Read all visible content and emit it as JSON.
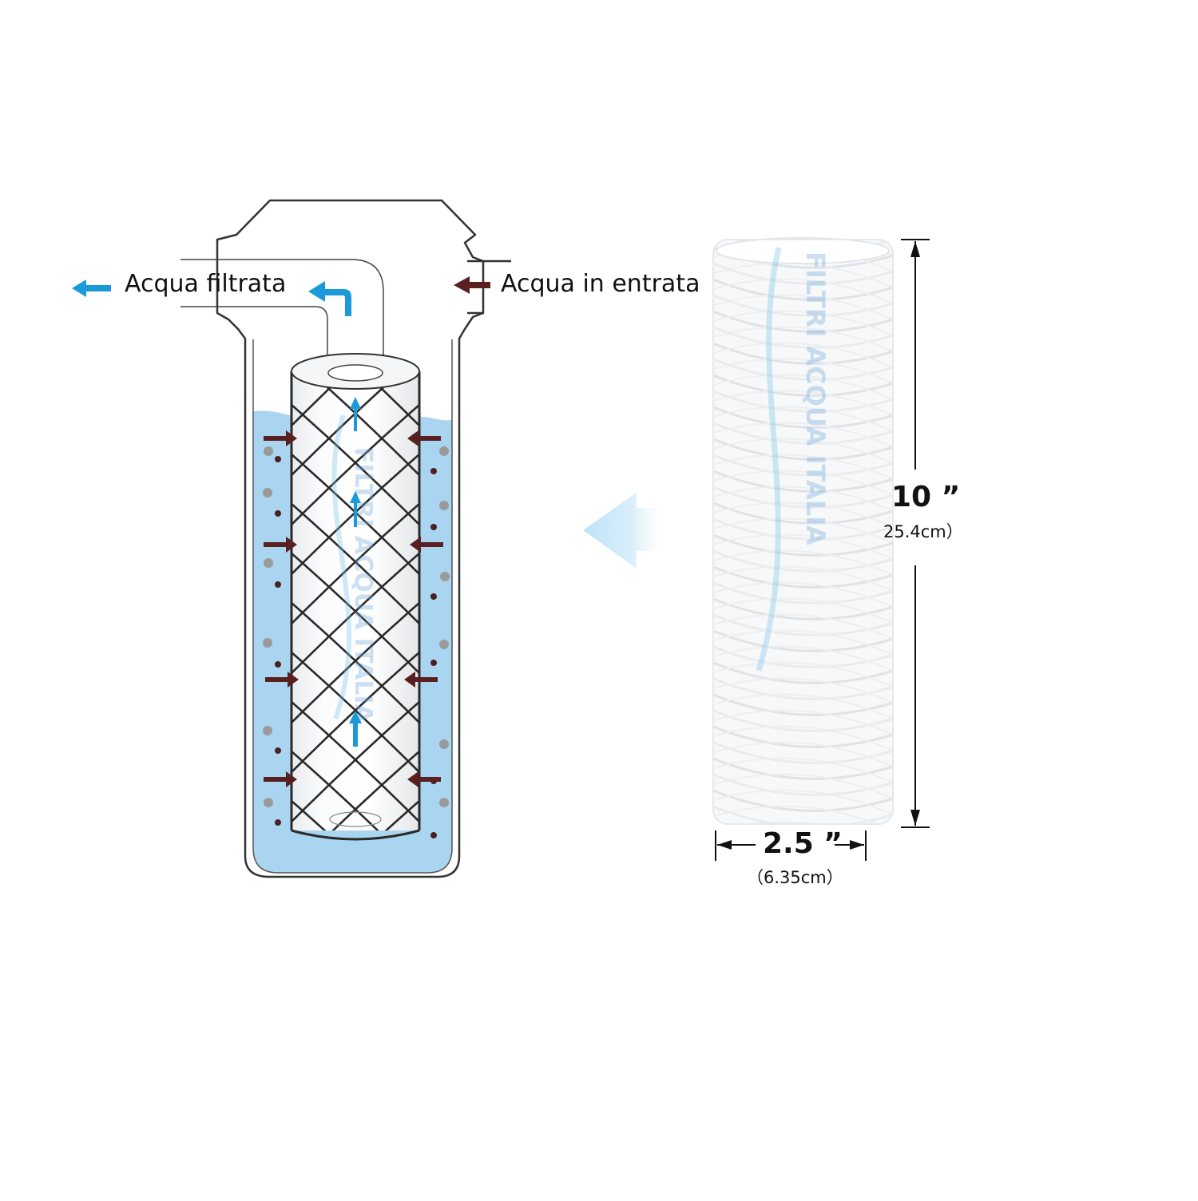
{
  "labels": {
    "filtered_water": "Acqua filtrata",
    "inlet_water": "Acqua in entrata"
  },
  "dimensions": {
    "height_inch": "10 ”",
    "height_cm": "25.4cm）",
    "width_inch": "2.5 ”",
    "width_cm": "（6.35cm）"
  },
  "watermark": {
    "brand": "FILTRI ACQUA ITALIA"
  },
  "colors": {
    "water": "#a9d5f0",
    "flow_out_arrow": "#1a9ad9",
    "flow_in_arrow": "#5a1f1f",
    "housing_stroke": "#333333",
    "mesh": "#2a2a2a"
  },
  "icons": {
    "filtered_arrow": "arrow-left-icon",
    "inlet_arrow": "arrow-left-icon",
    "direction_arrow": "large-arrow-left-icon"
  }
}
